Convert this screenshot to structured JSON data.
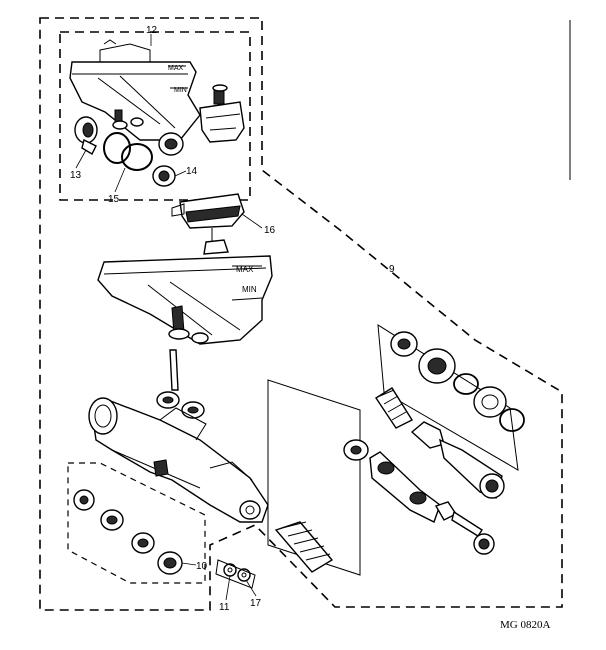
{
  "diagram": {
    "callouts": [
      "9",
      "10",
      "11",
      "12",
      "13",
      "14",
      "15",
      "16",
      "17"
    ],
    "reservoir_marks": {
      "max": "MAX",
      "min": "MIN"
    },
    "reference_code": "MG 0820A"
  }
}
